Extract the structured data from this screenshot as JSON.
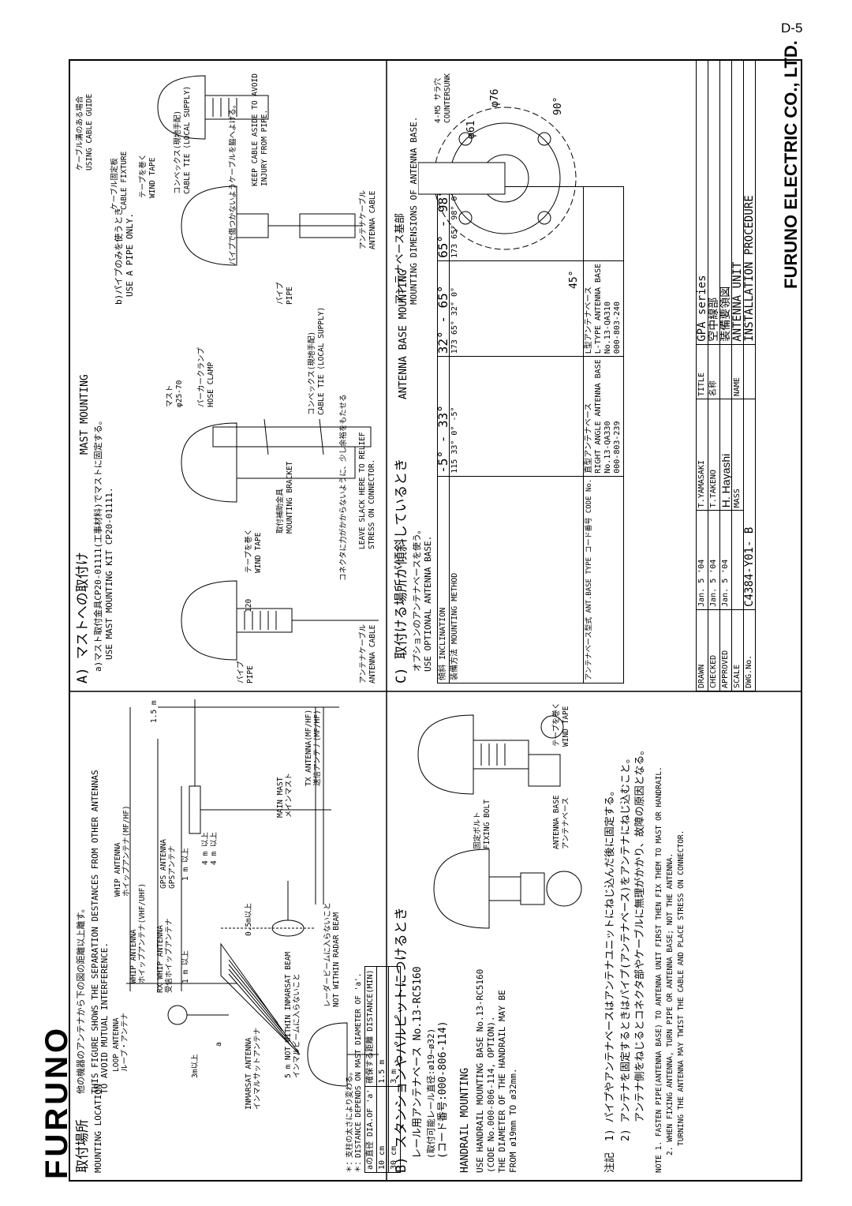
{
  "page_number": "D-5",
  "logo": "FURUNO",
  "company": "FURUNO ELECTRIC CO., LTD.",
  "location": {
    "title_jp": "取付場所",
    "title_en": "MOUNTING LOCATION",
    "note_jp": "他の機器のアンテナから下の図の距離以上離す。",
    "note_en_1": "THIS FIGURE SHOWS THE SEPARATION DESTANCES FROM OTHER ANTENNAS",
    "note_en_2": "TO AVOID MUTUAL INTERFERENCE.",
    "loop_en": "LOOP ANTENNA",
    "loop_jp": "ループ・アンテナ",
    "whip_rx_en": "WHIP ANTENNA",
    "whip_rx_jp": "ホイップアンテナ(VHF/UHF)",
    "whip_mf_en": "WHIP ANTENNA",
    "whip_mf_jp": "ホイップアンテナ(MF/HF)",
    "rx_whip_en": "RX WHIP ANTENNA",
    "rx_whip_jp": "受信ホイップアンテナ",
    "gps_en": "GPS ANTENNA",
    "gps_jp": "GPSアンテナ",
    "inmarsat_en": "INMARSAT ANTENNA",
    "inmarsat_jp": "インマルサットアンテナ",
    "main_mast_en": "MAIN MAST",
    "main_mast_jp": "メインマスト",
    "tx_en": "TX ANTENNA(MF/HF)",
    "tx_jp": "送信アンテナ(MF/HF)",
    "d_1m_a": "1 m 以上",
    "d_1m_b": "1 m 以上",
    "d_3m": "3m以上",
    "d_4m_a": "4 m 以上",
    "d_4m_b": "4 m 以上",
    "d_05m": "0.5m以上",
    "d_15m": "1.5 m",
    "inm_beam_en": "5 m NOT WITHIN INMARSAT BEAM",
    "inm_beam_jp": "インマルビームに入らないこと",
    "radar_jp": "レーダービームに入らないこと",
    "radar_en": "NOT WITHIN RADAR BEAM",
    "mast_jp": "＊：支柱の太さにより変わる。",
    "mast_en": "＊：DISTANCE DEPENDS ON MAST DIAMETER OF 'a'.",
    "table_headers": [
      "aの直径 DIA.OF 'a'",
      "確保する距離 DISTANCE(MIN)"
    ],
    "table_rows": [
      [
        "10 cm",
        "1.5 m"
      ],
      [
        "30 cm",
        "3 m"
      ]
    ],
    "marker_a": "a"
  },
  "mast": {
    "title": "A) マストへの取付け",
    "title_en": "MAST MOUNTING",
    "sub_jp": "a)マスト取付金具CP20-01111(工事材料)でマストに固定する。",
    "sub_en": "USE MAST MOUNTING KIT CP20-01111.",
    "pipe_jp": "パイプ",
    "pipe_en": "PIPE",
    "dim_120": "120",
    "cable_jp": "アンテナケーブル",
    "cable_en": "ANTENNA CABLE",
    "tape_jp": "テープを巻く",
    "tape_en": "WIND TAPE",
    "bracket_jp": "取付補助金具",
    "bracket_en": "MOUNTING BRACKET",
    "mast_jp": "マスト",
    "mast_dia": "φ25-70",
    "clamp_jp": "パーカークランプ",
    "clamp_en": "HOSE CLAMP",
    "tie_jp": "コンベックス(現地手配)",
    "tie_en": "CABLE TIE (LOCAL SUPPLY)",
    "slack_jp": "コネクタに力がかからないように、少し余裕をもたせる",
    "slack_en_1": "LEAVE SLACK HERE TO RELIEF",
    "slack_en_2": "STRESS ON CONNECTOR.",
    "b_jp": "b)パイプのみを使うとき",
    "b_en": "USE A PIPE ONLY.",
    "b_pipe_jp": "パイプ",
    "b_pipe_en": "PIPE",
    "b_cable_jp": "アンテナケーブル",
    "b_cable_en": "ANTENNA CABLE",
    "guide_jp": "ケーブル溝のある場合",
    "guide_en": "USING CABLE GUIDE",
    "fixture_jp": "ケーブル固定板",
    "fixture_en": "CABLE FIXTURE",
    "tape2_jp": "テープを巻く",
    "tape2_en": "WIND TAPE",
    "tie2_jp": "コンベックス(現地手配)",
    "tie2_en": "CABLE TIE (LOCAL SUPPLY)",
    "aside_jp": "パイプで傷つかないようケーブルを脇へよける。",
    "aside_en_1": "KEEP CABLE ASIDE TO AVOID",
    "aside_en_2": "INJURY FROM PIPE."
  },
  "handrail": {
    "title": "B) スタンションやパルピットにつけるとき",
    "sub_1": "レール用アンテナベース No.13-RC5160",
    "sub_2": "(取付可能レール直径:ø19~ø32)",
    "sub_3": "(コード番号:000-806-114)",
    "en_title": "HANDRAIL MOUNTING",
    "en_1": "USE HANDRAIL MOUNTING BASE No.13-RC5160",
    "en_2": "(CODE No.000-806-114, OPTION).",
    "en_3": "THE DIAMETER OF THE HANDRAIL MAY BE",
    "en_4": "FROM ø19mm TO ø32mm.",
    "bolt_jp": "固定ボルト",
    "bolt_en": "FIXING BOLT",
    "base_en": "ANTENNA BASE",
    "base_jp": "アンテナベース",
    "tape_jp": "テープを巻く",
    "tape_en": "WIND TAPE"
  },
  "inclined": {
    "title": "C) 取付ける場所が傾斜しているとき",
    "sub_jp": "オプションのアンテナベースを使う。",
    "sub_en": "USE OPTIONAL ANTENNA BASE.",
    "title_en": "ANTENNA BASE MOUNTING",
    "row_incl": "傾斜 INCLINATION",
    "row_method": "装備方法 MOUNTING METHOD",
    "row_base": "アンテナベース型式 ANT.BASE TYPE コード番号 CODE No.",
    "cols": [
      {
        "range": "-5° - 33°",
        "type_jp": "直型アンテナベース",
        "type_en": "RIGHT ANGLE ANTENNA BASE",
        "no": "No.13-QA330",
        "code": "000-803-239",
        "dim": "115",
        "a1": "33°",
        "a2": "0°",
        "a3": "-5°"
      },
      {
        "range": "32° - 65°",
        "type_jp": "L型アンテナベース",
        "type_en": "L-TYPE ANTENNA BASE",
        "no": "No.13-QA310",
        "code": "000-803-240",
        "dim": "173",
        "a1": "65°",
        "a2": "32°",
        "a3": "0°"
      },
      {
        "range": "65° - 98°",
        "type_jp": "",
        "type_en": "",
        "no": "",
        "code": "",
        "dim": "173",
        "a1": "65°",
        "a2": "98°",
        "a3": "0°"
      }
    ]
  },
  "base": {
    "title_jp": "アンテナベース基部",
    "title_en": "MOUNTING DIMENSIONS OF ANTENNA BASE.",
    "hole_jp": "4-M5 サラ穴",
    "hole_en": "COUNTERSUNK",
    "d61": "φ61",
    "d76": "φ76",
    "a90": "90°",
    "a45": "45°"
  },
  "notes": {
    "jp_label": "注記",
    "jp_1": "1) パイプやアンテナベースはアンテナユニットにねじ込んだ後に固定する。",
    "jp_2": "2) アンテナを固定するときはパイプ(アンテナベース)をアンテナにねじ込むこと。",
    "jp_3": "アンテナ側をねじるとコネクタ部やケーブルに無理がかかり、故障の原因となる。",
    "en_1": "NOTE 1. FASTEN PIPE(ANTENNA BASE) TO ANTENNA UNIT FIRST THEN FIX THEM TO MAST OR HANDRAIL.",
    "en_2": "2. WHEN FIXING ANTENNA, TURN PIPE OR ANTENNA BASE; NOT THE ANTENNA.",
    "en_3": "TURNING THE ANTENNA MAY TWIST THE CABLE AND PLACE STRESS ON CONNECTOR."
  },
  "titleblock": {
    "drawn_label": "DRAWN",
    "drawn_date": "Jan. 5 '04",
    "drawn_name": "T.YAMASAKI",
    "checked_label": "CHECKED",
    "checked_date": "Jan. 5 '04",
    "checked_name": "T.TAKENO",
    "approved_label": "APPROVED",
    "approved_date": "Jan. 5 '04",
    "approved_name": "H. Hayashi",
    "scale_label": "SCALE",
    "mass_label": "MASS",
    "dwg_label": "DWG.No.",
    "dwg_no": "C4384-Y01- B",
    "title_label": "TITLE",
    "title": "GPA series",
    "name_jp_label": "名称",
    "name_jp_1": "空中線部",
    "name_jp_2": "装備要領図",
    "name_label": "NAME",
    "name_1": "ANTENNA UNIT",
    "name_2": "INSTALLATION PROCEDURE"
  }
}
